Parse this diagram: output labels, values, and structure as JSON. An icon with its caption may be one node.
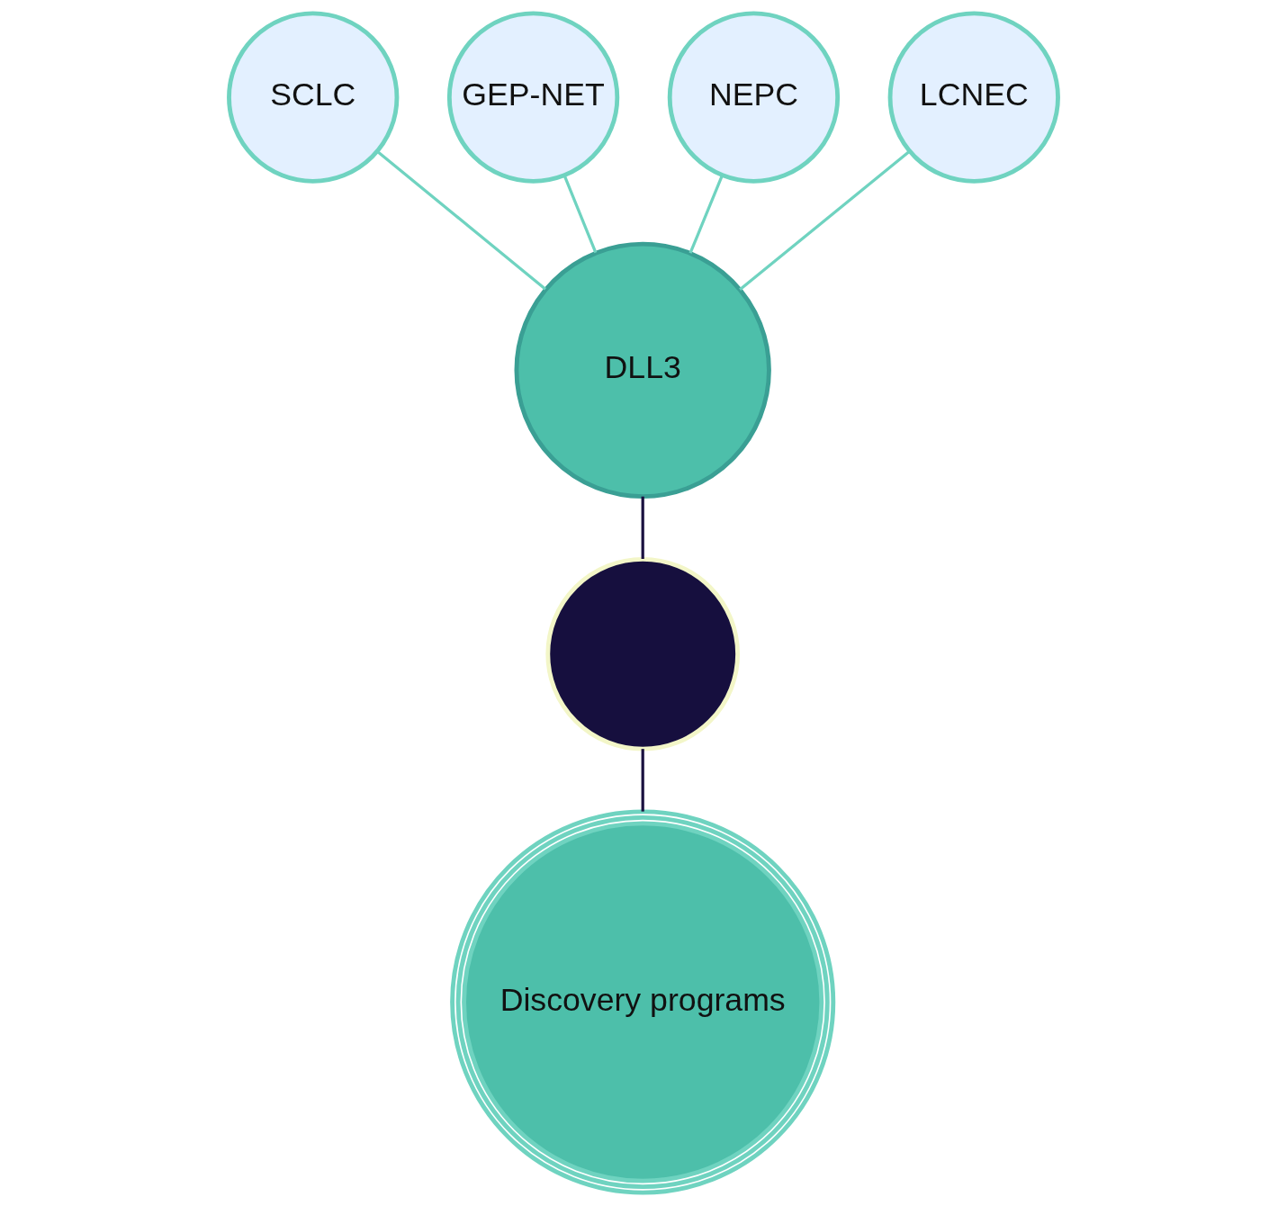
{
  "diagram": {
    "nodes": [
      {
        "text": [
          "SCLC"
        ]
      },
      {
        "text": [
          "GEP-NET"
        ]
      },
      {
        "text": [
          "NEPC"
        ]
      },
      {
        "text": [
          "LCNEC"
        ]
      },
      {
        "text": [
          "DLL3"
        ]
      },
      {
        "text": [],
        "shape": "circle"
      },
      {
        "text": [
          "Discovery programs"
        ]
      }
    ],
    "edges": [
      {
        "from": 0,
        "to": 4,
        "arrow": "none"
      },
      {
        "from": 1,
        "to": 4,
        "arrow": "none"
      },
      {
        "from": 2,
        "to": 4,
        "arrow": "none"
      },
      {
        "from": 3,
        "to": 4,
        "arrow": "none"
      },
      {
        "from": 4,
        "to": 5,
        "arrow": "none",
        "color": "#1b1140"
      },
      {
        "from": 5,
        "to": 6,
        "arrow": "none",
        "color": "#1b1140"
      }
    ]
  }
}
